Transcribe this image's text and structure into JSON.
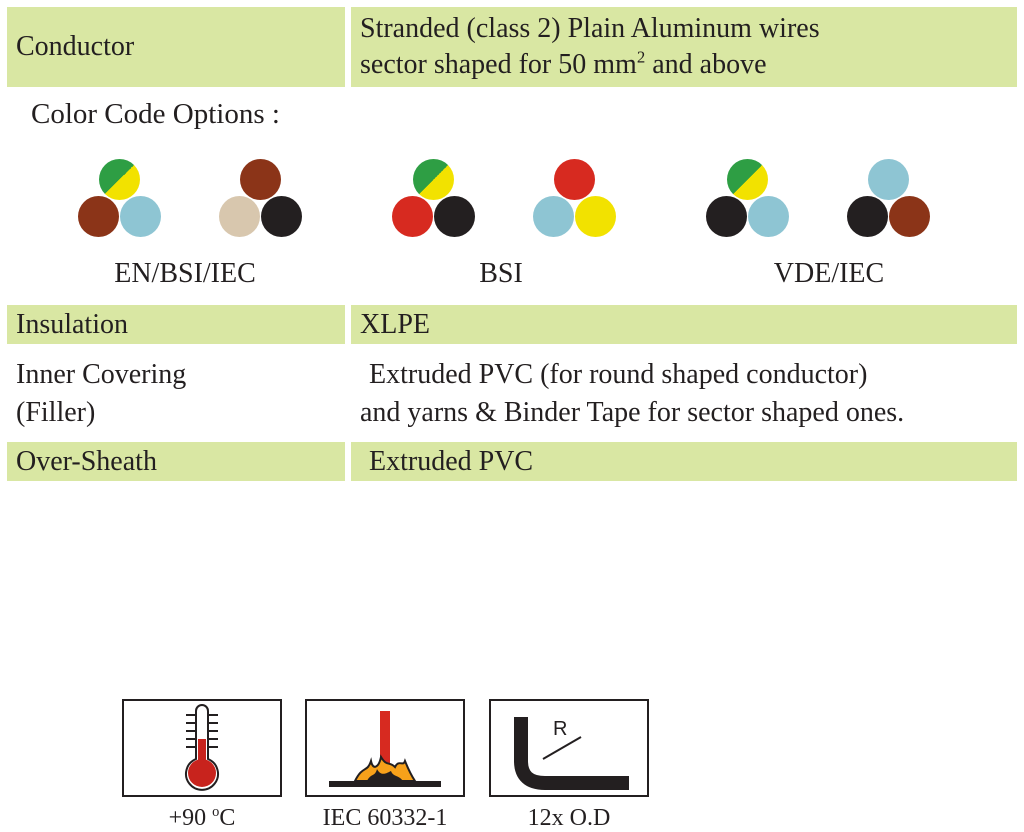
{
  "conductor": {
    "label": "Conductor",
    "value_line1": "Stranded (class 2) Plain Aluminum wires",
    "value_line2_a": "sector shaped for 50 mm",
    "value_line2_sup": "2",
    "value_line2_b": " and above"
  },
  "color_code": {
    "heading": "Color Code Options :",
    "groups": [
      {
        "label": "EN/BSI/IEC",
        "options": [
          {
            "top": "green-yellow",
            "bottom_left": "brown",
            "bottom_right": "light-blue"
          },
          {
            "top": "brown",
            "bottom_left": "beige",
            "bottom_right": "black"
          }
        ]
      },
      {
        "label": "BSI",
        "options": [
          {
            "top": "green-yellow",
            "bottom_left": "red",
            "bottom_right": "black"
          },
          {
            "top": "red",
            "bottom_left": "light-blue",
            "bottom_right": "yellow"
          }
        ]
      },
      {
        "label": "VDE/IEC",
        "options": [
          {
            "top": "green-yellow",
            "bottom_left": "black",
            "bottom_right": "light-blue"
          },
          {
            "top": "light-blue",
            "bottom_left": "black",
            "bottom_right": "brown"
          }
        ]
      }
    ],
    "colors": {
      "green": "#2e9e44",
      "yellow": "#f2e200",
      "brown": "#8b3418",
      "light-blue": "#8ec5d3",
      "beige": "#d8c7ae",
      "black": "#231f20",
      "red": "#d72a20"
    }
  },
  "insulation": {
    "label": "Insulation",
    "value": "XLPE"
  },
  "inner_covering": {
    "label_line1": "Inner Covering",
    "label_line2": "(Filler)",
    "value_line1": "Extruded PVC (for round shaped conductor)",
    "value_line2": "and yarns & Binder Tape for sector shaped ones."
  },
  "over_sheath": {
    "label": "Over-Sheath",
    "value": "Extruded PVC"
  },
  "icons": [
    {
      "name": "thermometer-icon",
      "label_a": "+90 ",
      "label_sup": "o",
      "label_b": "C"
    },
    {
      "name": "flame-test-icon",
      "label": "IEC 60332-1"
    },
    {
      "name": "bending-radius-icon",
      "symbol": "R",
      "label": "12x O.D"
    }
  ],
  "table_fill_color": "#d9e7a3"
}
